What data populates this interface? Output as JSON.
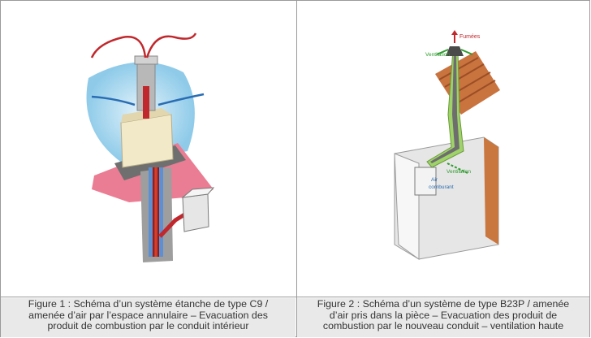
{
  "figure1": {
    "caption_lines": [
      "Figure 1 : Schéma d’un système étanche de type C9 /",
      "amenée d’air par l’espace annulaire – Evacuation des",
      "produit de combustion par le conduit intérieur"
    ]
  },
  "figure2": {
    "caption_lines": [
      "Figure 2 : Schéma d’un système de type B23P / amenée",
      "d’air pris dans la pièce  – Evacuation des produit de",
      "combustion par le nouveau conduit – ventilation haute"
    ],
    "labels": {
      "fumees": "Fumées",
      "ventilation_top": "Ventilation",
      "ventilation_mid": "Ventilation",
      "air_line1": "Air",
      "air_line2": "comburant"
    }
  },
  "colors": {
    "roof": "#e8748a",
    "sky": "#b9dff2",
    "flue_red": "#c0282d",
    "duct_green": "#8bc34a",
    "brick": "#c96b3a",
    "wall": "#d9d9d9",
    "caption_bg": "#e9e9e9"
  }
}
